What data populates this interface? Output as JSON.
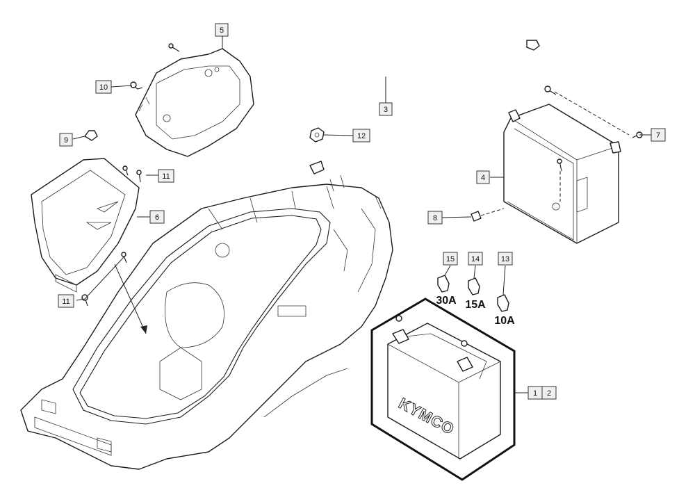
{
  "callouts": {
    "c1": "1",
    "c2": "2",
    "c3": "3",
    "c4": "4",
    "c5": "5",
    "c6": "6",
    "c7": "7",
    "c8": "8",
    "c9": "9",
    "c10": "10",
    "c11a": "11",
    "c11b": "11",
    "c12": "12",
    "c13": "13",
    "c14": "14",
    "c15": "15"
  },
  "fuse_ratings": {
    "f15": "30A",
    "f14": "15A",
    "f13": "10A"
  },
  "battery": {
    "brand": "KYMCO"
  }
}
